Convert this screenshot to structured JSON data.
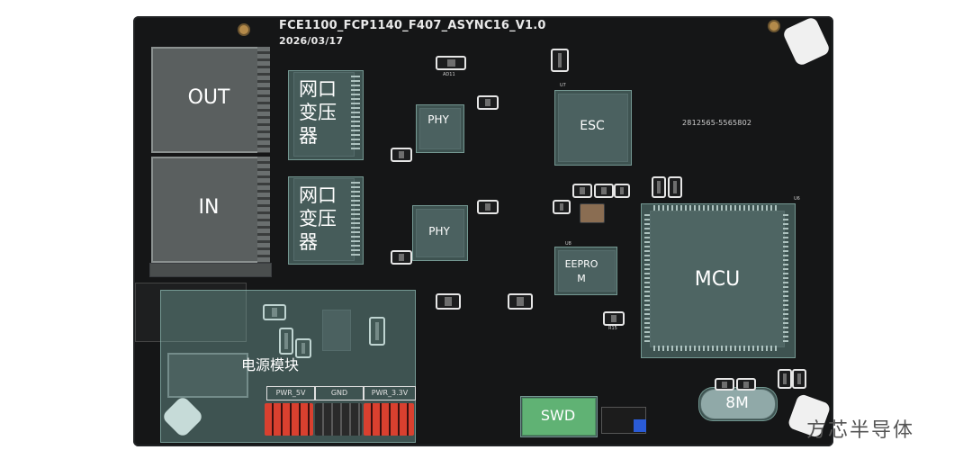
{
  "board": {
    "title": "FCE1100_FCP1140_F407_ASYNC16_V1.0",
    "date": "2026/03/17",
    "serial": "2812565-5565802"
  },
  "labels": {
    "out": "OUT",
    "in": "IN",
    "transformer_top": "网口变压器",
    "transformer_bottom": "网口变压器",
    "phy_top": "PHY",
    "phy_bottom": "PHY",
    "esc": "ESC",
    "eeprom": "EEPROM",
    "mcu": "MCU",
    "power_module": "电源模块",
    "swd": "SWD",
    "crystal": "8M"
  },
  "headers": {
    "pwr_5v": "PWR_5V",
    "gnd": "GND",
    "pwr_3v3": "PWR_3.3V"
  },
  "watermark": "方芯半导体",
  "colors": {
    "board": "#151617",
    "overlay": "#82b9af",
    "header_pins": "#d9402f",
    "swd_connector": "#4caf50"
  }
}
